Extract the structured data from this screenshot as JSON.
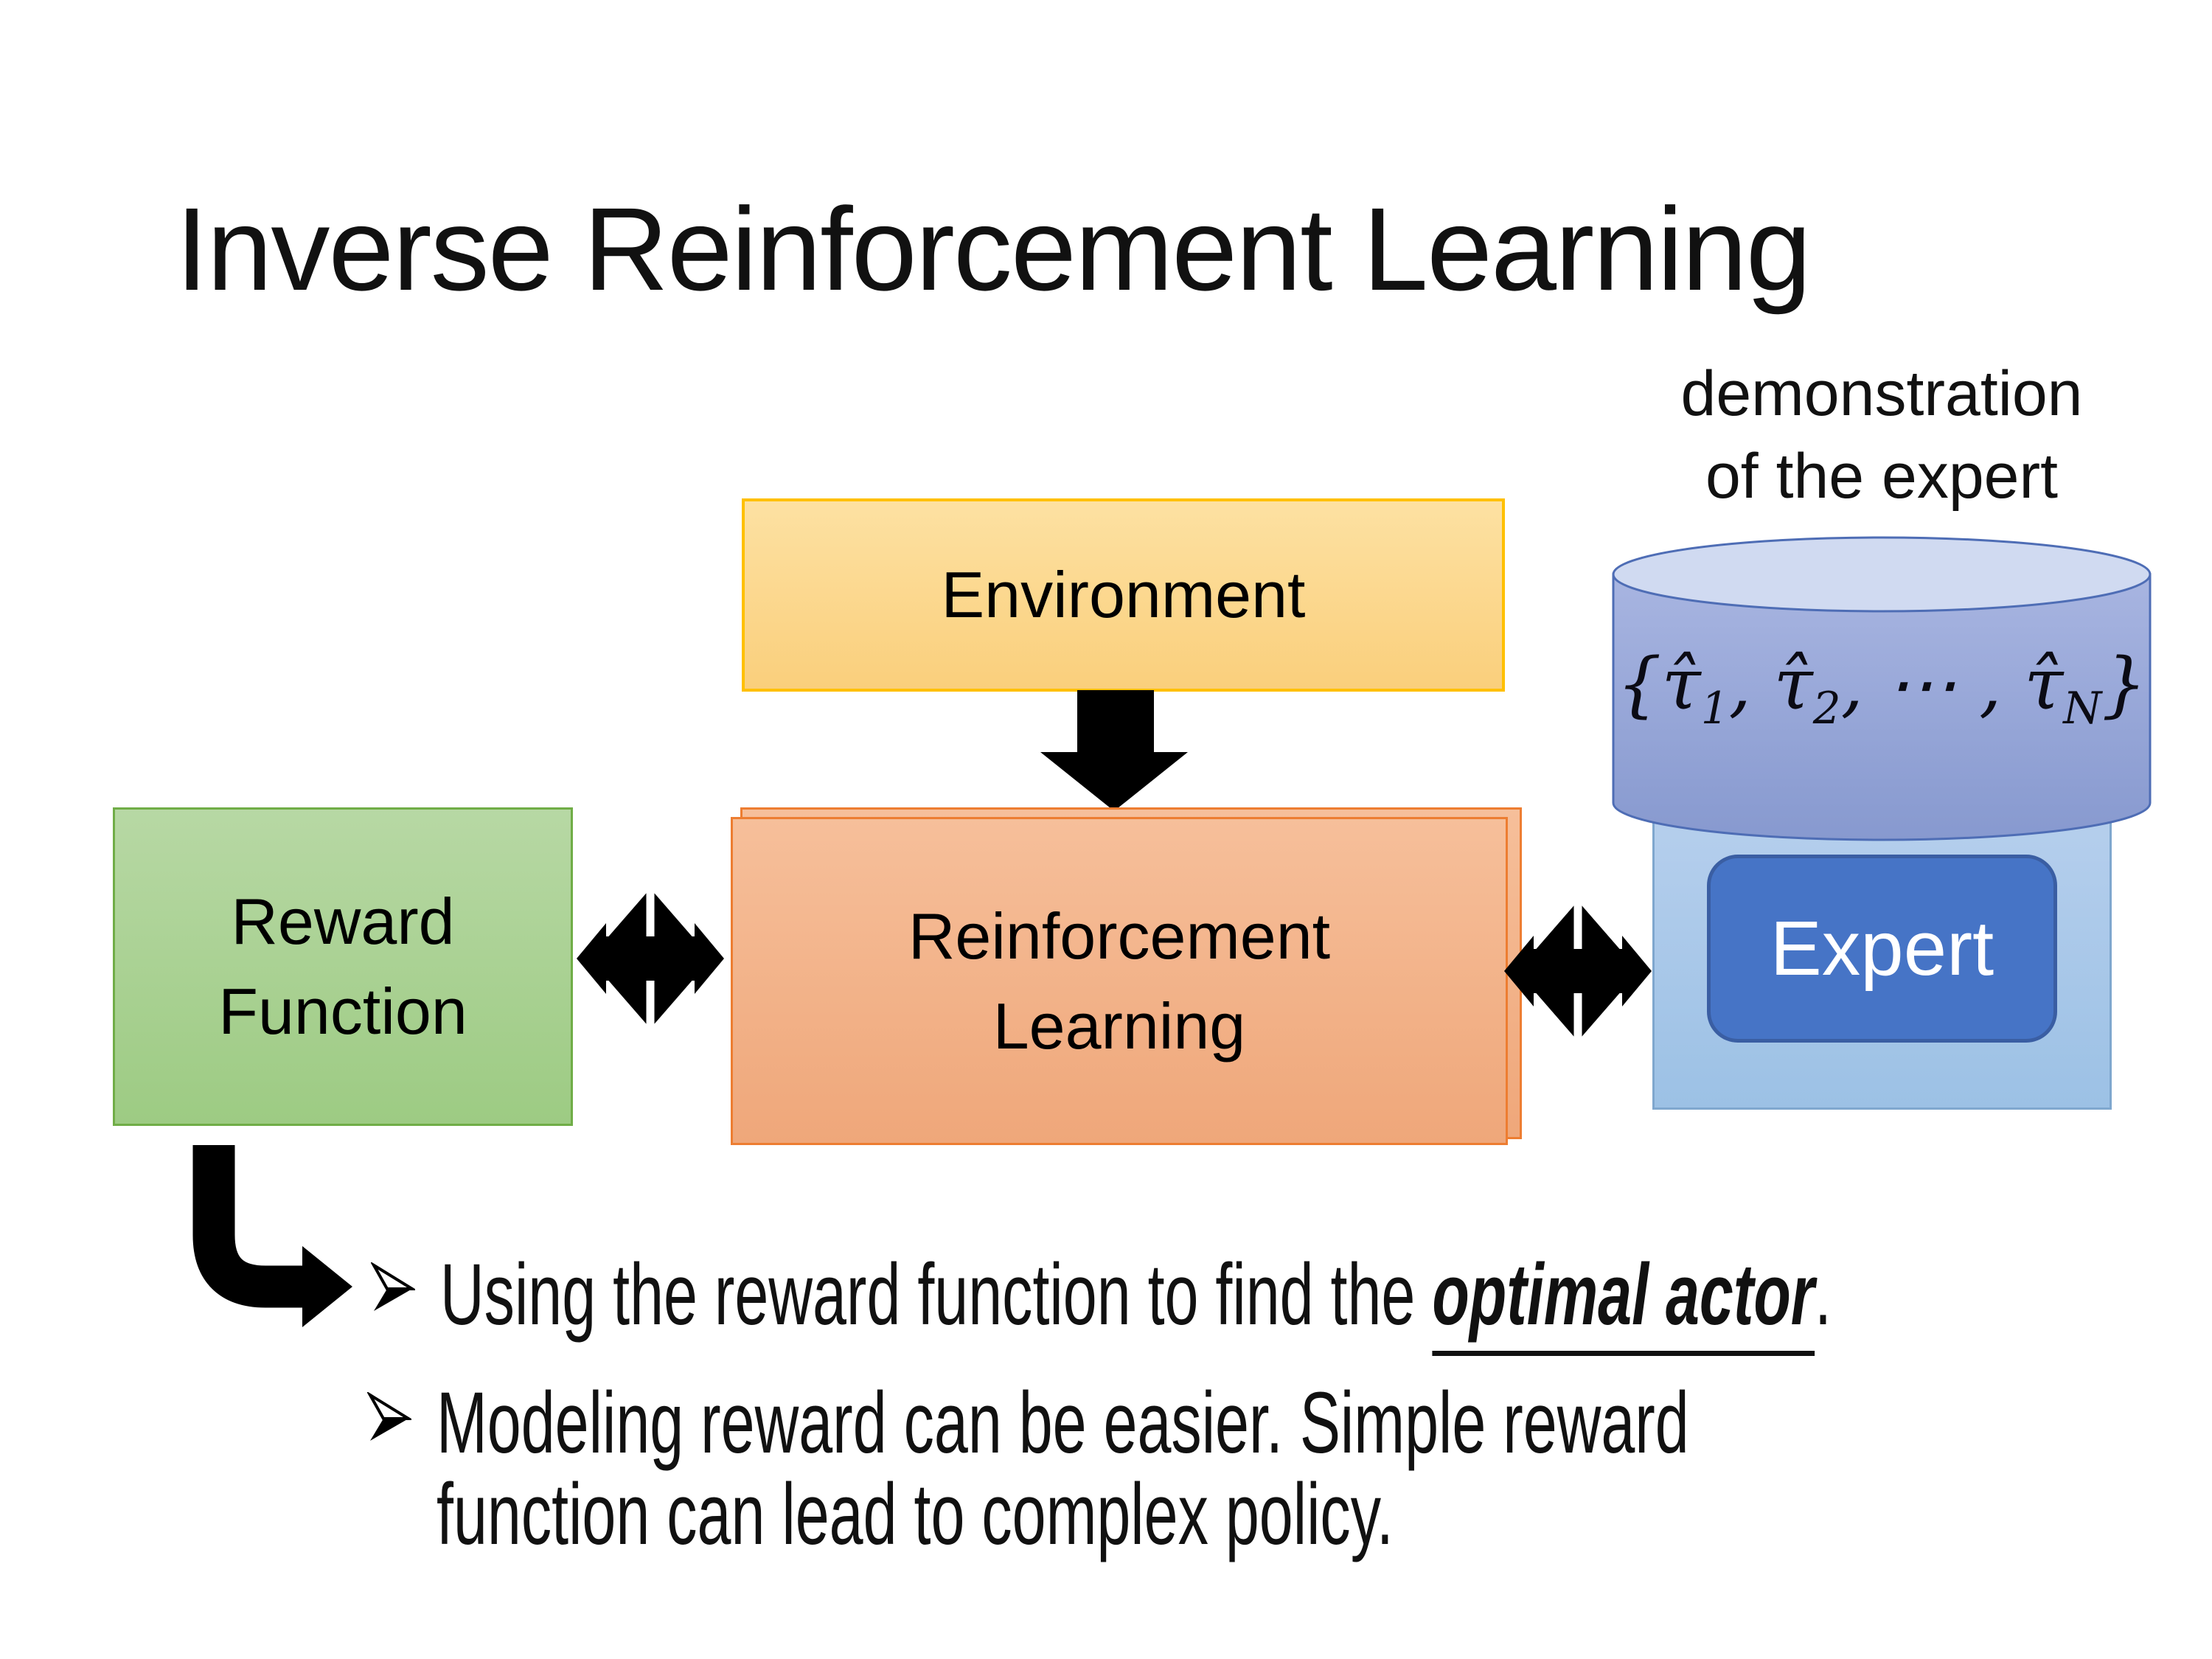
{
  "slide": {
    "title": "Inverse Reinforcement Learning"
  },
  "diagram": {
    "demo_caption": {
      "line1": "demonstration",
      "line2": "of the expert"
    },
    "environment": {
      "label": "Environment"
    },
    "reward_function": {
      "line1": "Reward",
      "line2": "Function"
    },
    "reinforcement_learning": {
      "line1": "Reinforcement",
      "line2": "Learning"
    },
    "expert": {
      "label": "Expert"
    },
    "trajectory_set": {
      "open": "{",
      "tau1": "τ̂",
      "sub1": "1",
      "comma1": ", ",
      "tau2": "τ̂",
      "sub2": "2",
      "mid": ", ⋯ , ",
      "tauN": "τ̂",
      "subN": "N",
      "close": "}"
    }
  },
  "bullets": {
    "b1": {
      "pre": "Using the reward function to find the ",
      "em": "optimal actor",
      "post": "."
    },
    "b2": {
      "line1": "Modeling reward can be easier. Simple reward",
      "line2": "function can lead to complex policy."
    }
  },
  "colors": {
    "text": "#111111",
    "env_border": "#FFC000",
    "env_fill_top": "#FDE1A2",
    "env_fill_bottom": "#FACF7C",
    "reward_border": "#70AD47",
    "reward_fill_top": "#B7D8A4",
    "reward_fill_bottom": "#9DCB83",
    "rl_border": "#ED7D31",
    "rl_fill_top": "#F6BF9A",
    "rl_fill_bottom": "#EFA77A",
    "panel_border": "#7FA7CE",
    "panel_fill_top": "#B6CFED",
    "panel_fill_bottom": "#9CC1E5",
    "cyl_border": "#4E6DB5",
    "cyl_fill_top": "#A8B5E1",
    "cyl_fill_bottom": "#8799CF",
    "cyl_top_fill": "#D0DAF1",
    "expert_border": "#3A5EA3",
    "expert_fill": "#4674C6",
    "arrow": "#000000"
  }
}
